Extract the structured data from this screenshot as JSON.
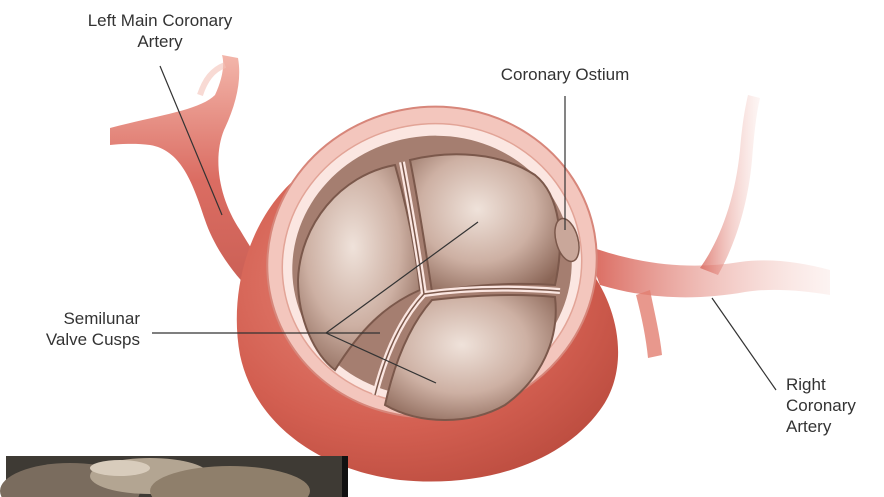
{
  "labels": {
    "left_main_coronary_artery": [
      "Left Main Coronary",
      "Artery"
    ],
    "coronary_ostium": [
      "Coronary Ostium"
    ],
    "semilunar_valve_cusps": [
      "Semilunar",
      "Valve Cusps"
    ],
    "right_coronary_artery": [
      "Right",
      "Coronary",
      "Artery"
    ]
  },
  "colors": {
    "artery": "#d9655a",
    "artery_highlight": "#ee9a8e",
    "aorta_wall": "#d46255",
    "aorta_rim": "#f3c6bd",
    "cusp_fill": "#c9a79a",
    "cusp_shadow": "#8f6a5c",
    "leader_line": "#333333"
  },
  "inset_photo": {
    "description_icon": "photo-inset-icon"
  }
}
